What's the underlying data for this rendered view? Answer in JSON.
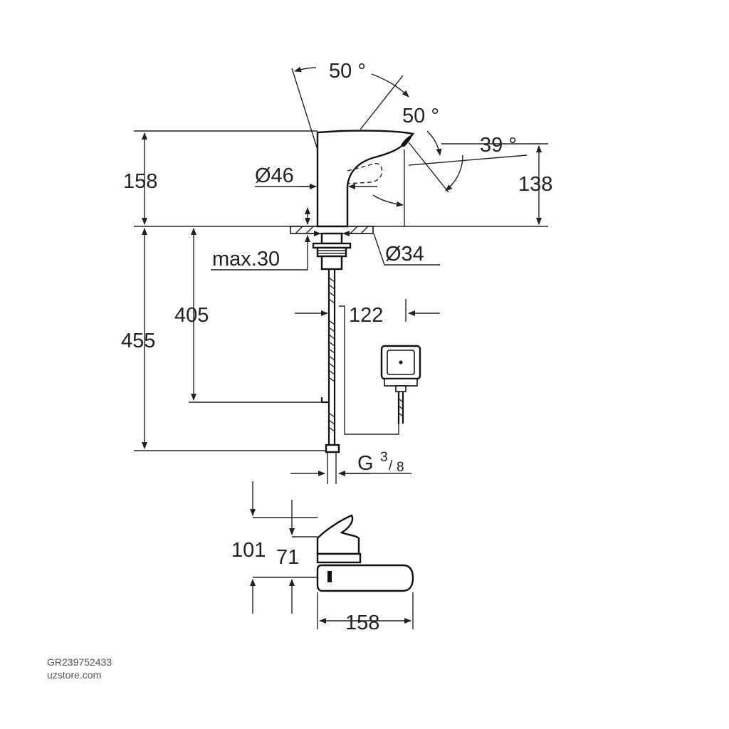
{
  "dimensions": {
    "angle_top": "50 °",
    "angle_right": "50 °",
    "angle_spout": "39 °",
    "height_left": "158",
    "height_right": "138",
    "diameter_body": "Ø46",
    "diameter_base": "Ø34",
    "max_thickness": "max.30",
    "hose_length": "405",
    "total_length": "455",
    "box_offset": "122",
    "thread": "G",
    "thread_num": "3",
    "thread_den": "8",
    "top_height_outer": "101",
    "top_height_inner": "71",
    "top_width": "158"
  },
  "footer": {
    "product_code": "GR239752433",
    "site": "uzstore.com"
  },
  "colors": {
    "line": "#222222",
    "text_footer": "#555555",
    "background": "#ffffff"
  }
}
